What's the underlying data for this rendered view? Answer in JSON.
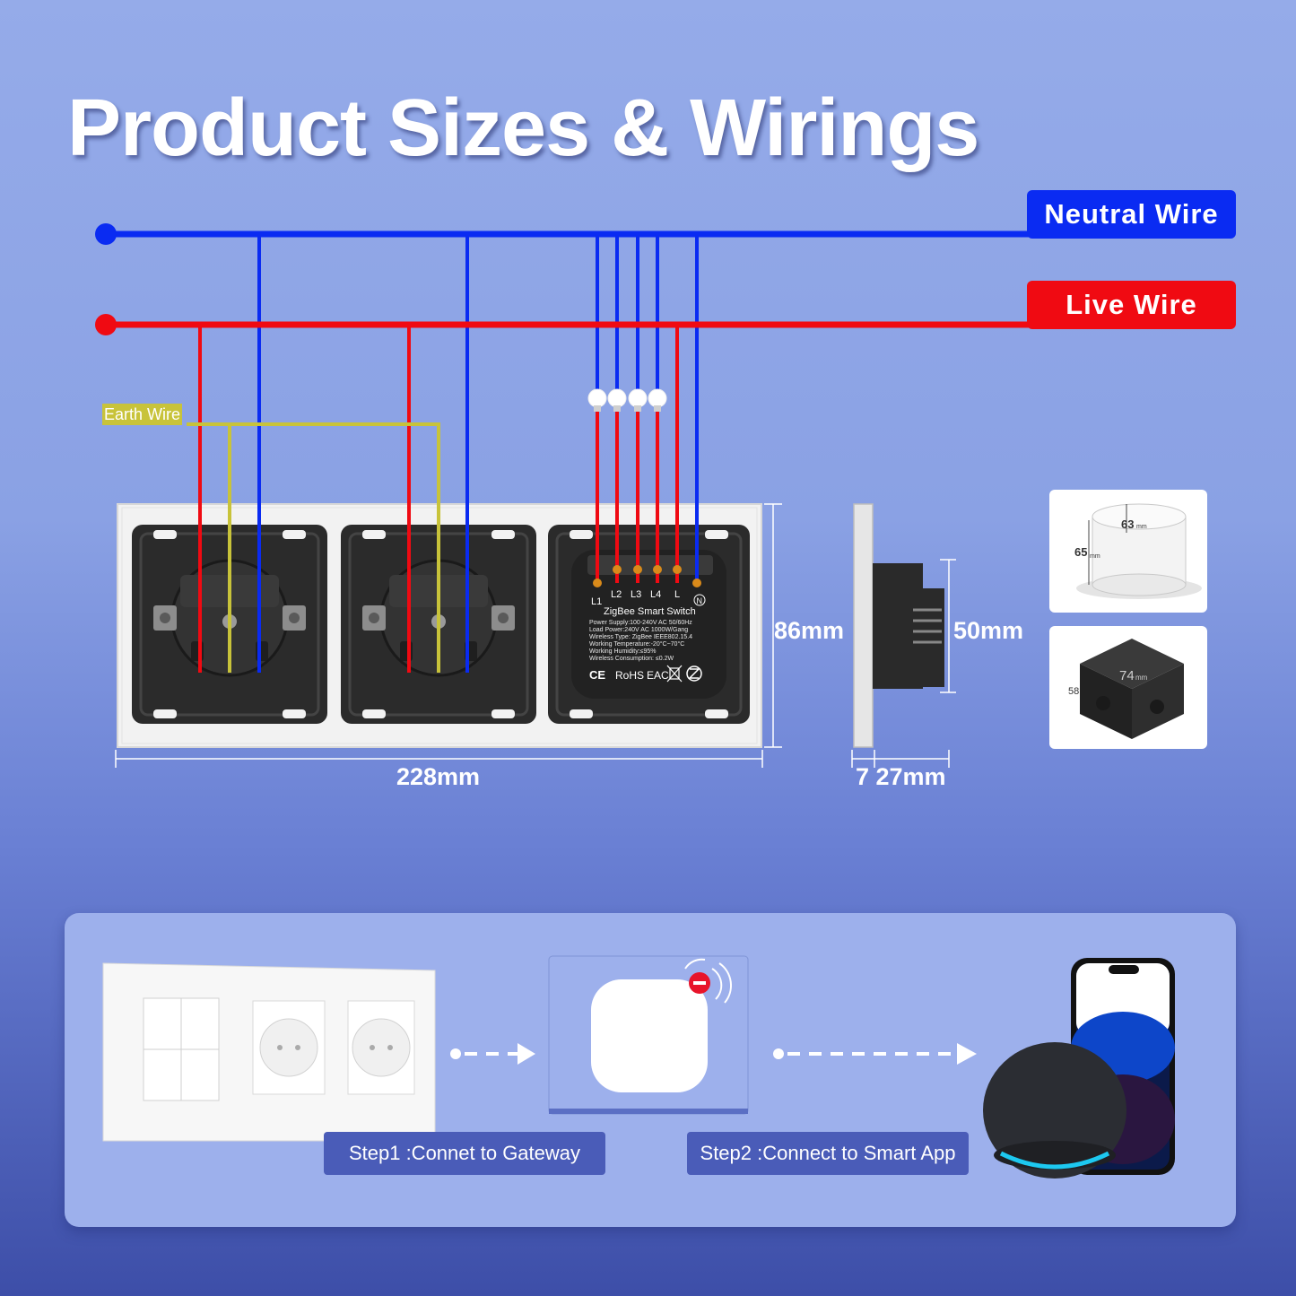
{
  "title": "Product Sizes & Wirings",
  "wires": {
    "neutral_label": "Neutral Wire",
    "live_label": "Live Wire",
    "earth_label": "Earth Wire"
  },
  "colors": {
    "neutral": "#0a2bf2",
    "live": "#f00a12",
    "earth": "#c8c33a"
  },
  "switch_module": {
    "terminals": [
      "L1",
      "L2",
      "L3",
      "L4",
      "L",
      "N"
    ],
    "model": "ZigBee Smart Switch",
    "specs": [
      "Power Supply:100-240V AC 50/60Hz",
      "Load Power:240V AC 1000W/Gang",
      "Wireless Type: ZigBee IEEE802.15.4",
      "Working Temperature:-20°C~70°C",
      "Working Humidity:≤95%",
      "Wireless Consumption: ≤0.2W"
    ],
    "marks": [
      "CE",
      "RoHS",
      "EAC"
    ]
  },
  "dimensions": {
    "width": "228mm",
    "height": "86mm",
    "depth": "50mm",
    "thickness": "7 27mm"
  },
  "boxes": {
    "round_box": {
      "width": "63",
      "depth": "65",
      "unit": "mm"
    },
    "square_box": {
      "width": "74",
      "depth": "58",
      "unit": "mm"
    }
  },
  "steps": {
    "step1": "Step1 :Connet to Gateway",
    "step2": "Step2 :Connect to Smart App"
  }
}
